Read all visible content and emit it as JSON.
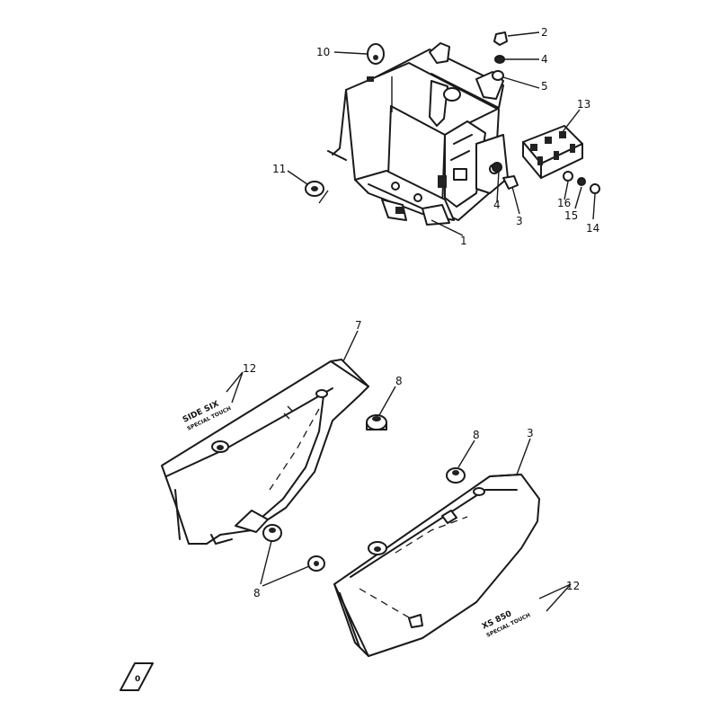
{
  "callouts": [
    {
      "id": "c1",
      "label": "1"
    },
    {
      "id": "c2",
      "label": "2"
    },
    {
      "id": "c3a",
      "label": "3"
    },
    {
      "id": "c3b",
      "label": "3"
    },
    {
      "id": "c4a",
      "label": "4"
    },
    {
      "id": "c4b",
      "label": "4"
    },
    {
      "id": "c5",
      "label": "5"
    },
    {
      "id": "c7",
      "label": "7"
    },
    {
      "id": "c8a",
      "label": "8"
    },
    {
      "id": "c8b",
      "label": "8"
    },
    {
      "id": "c8c",
      "label": "8"
    },
    {
      "id": "c10",
      "label": "10"
    },
    {
      "id": "c11",
      "label": "11"
    },
    {
      "id": "c12a",
      "label": "12"
    },
    {
      "id": "c12b",
      "label": "12"
    },
    {
      "id": "c13",
      "label": "13"
    },
    {
      "id": "c14",
      "label": "14"
    },
    {
      "id": "c15",
      "label": "15"
    },
    {
      "id": "c16",
      "label": "16"
    }
  ],
  "emblem_left": {
    "line1": "SIDE SIX",
    "line2": "SPECIAL TOUCH"
  },
  "emblem_right": {
    "line1": "XS 850",
    "line2": "SPECIAL TOUCH"
  },
  "corner_mark": "0"
}
